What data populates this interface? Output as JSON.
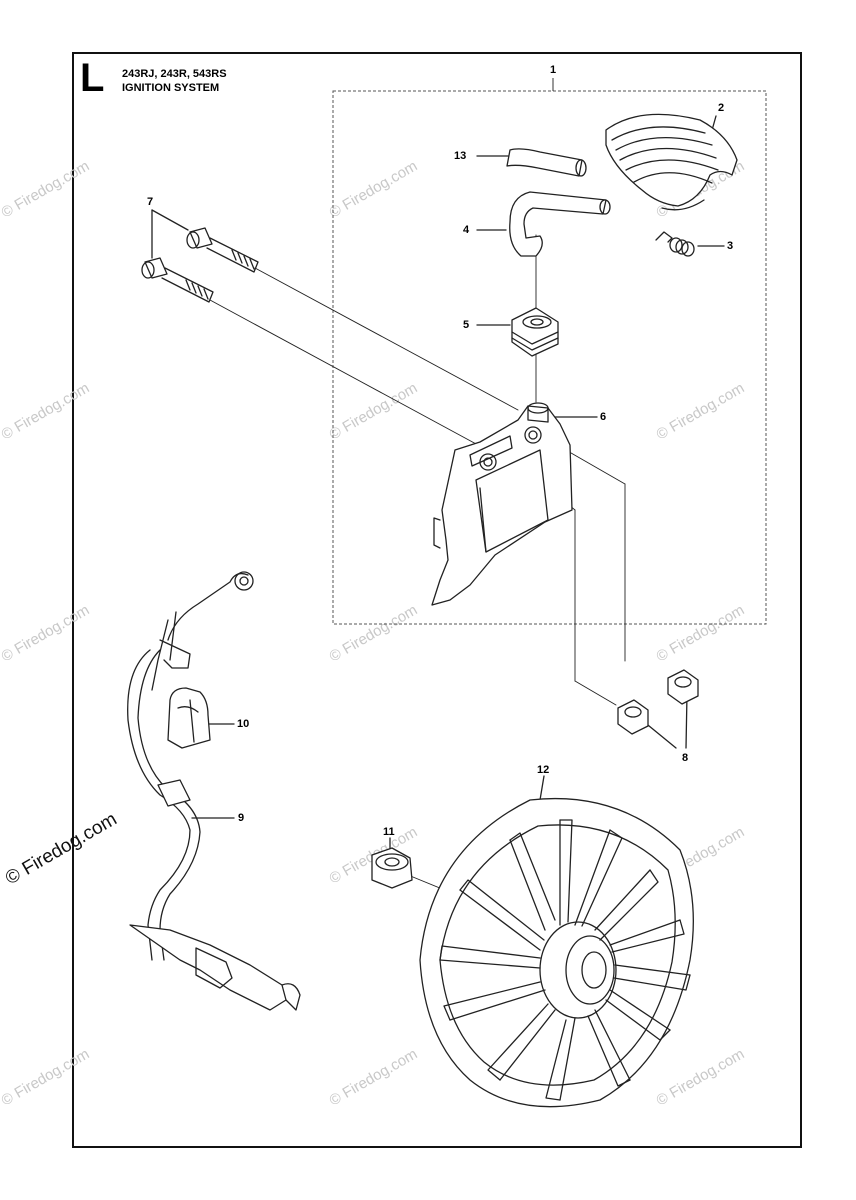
{
  "header": {
    "section_letter": "L",
    "models": "243RJ, 243R, 543RS",
    "subtitle": "IGNITION SYSTEM"
  },
  "callouts": [
    "1",
    "2",
    "3",
    "4",
    "5",
    "6",
    "7",
    "8",
    "9",
    "10",
    "11",
    "12",
    "13"
  ],
  "watermark": "© Firedog.com"
}
